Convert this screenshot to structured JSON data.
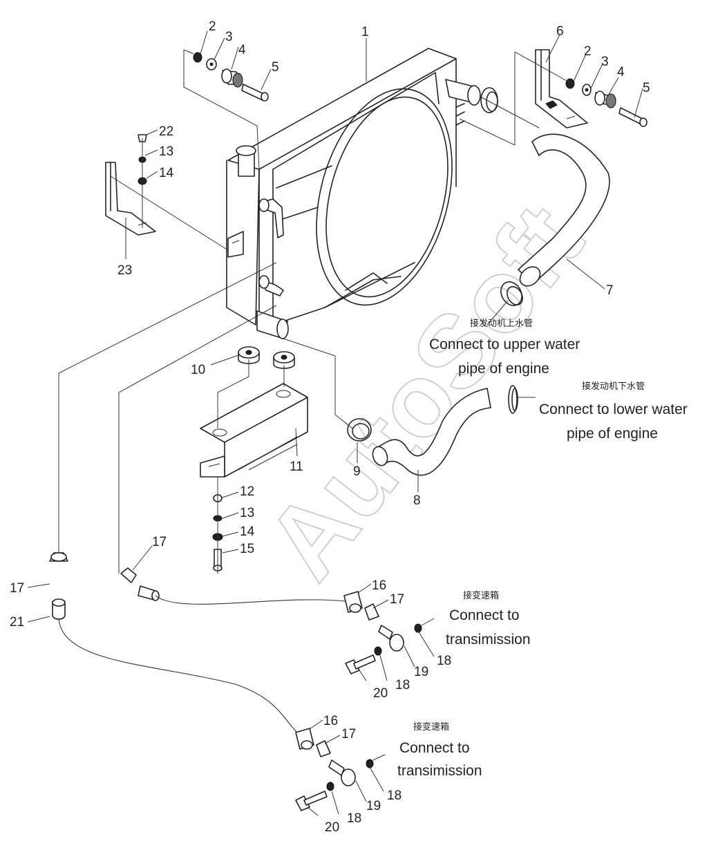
{
  "watermark": "AutoSoft",
  "part_numbers": {
    "p1": "1",
    "p2a": "2",
    "p3a": "3",
    "p4a": "4",
    "p5a": "5",
    "p6": "6",
    "p2b": "2",
    "p3b": "3",
    "p4b": "4",
    "p5b": "5",
    "p22": "22",
    "p13a": "13",
    "p14a": "14",
    "p23": "23",
    "p7": "7",
    "p10": "10",
    "p11": "11",
    "p9": "9",
    "p8": "8",
    "p12": "12",
    "p13b": "13",
    "p14b": "14",
    "p15": "15",
    "p17a": "17",
    "p17b": "17",
    "p21": "21",
    "p16a": "16",
    "p17c": "17",
    "p18a": "18",
    "p19a": "19",
    "p18b": "18",
    "p20a": "20",
    "p16b": "16",
    "p17d": "17",
    "p18c": "18",
    "p19b": "19",
    "p18d": "18",
    "p20b": "20"
  },
  "annotations": {
    "upper_water": {
      "chinese": "接发动机上水管",
      "line1": "Connect to upper water",
      "line2": "pipe of engine"
    },
    "lower_water": {
      "chinese": "接发动机下水管",
      "line1": "Connect to lower water",
      "line2": "pipe of engine"
    },
    "transmission_1": {
      "chinese": "接变速箱",
      "line1": "Connect to",
      "line2": "transimission"
    },
    "transmission_2": {
      "chinese": "接变速箱",
      "line1": "Connect to",
      "line2": "transimission"
    }
  }
}
